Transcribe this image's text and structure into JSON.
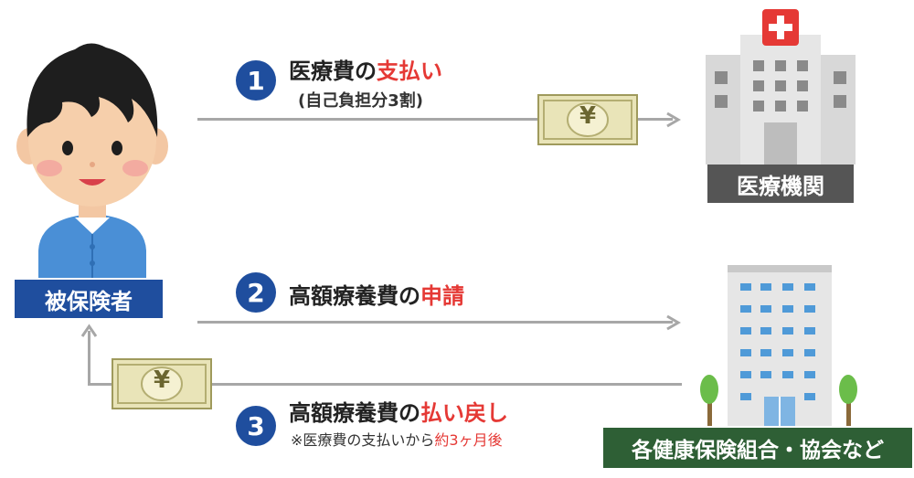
{
  "actors": {
    "insured": {
      "label": "被保険者",
      "label_bg": "#1f4e9e"
    },
    "medical": {
      "label": "医療機関",
      "label_bg": "#555555"
    },
    "insurer": {
      "label": "各健康保険組合・協会など",
      "label_bg": "#2e5f35"
    }
  },
  "money_symbol": "¥",
  "steps": [
    {
      "number": "1",
      "title_main": "医療費の",
      "title_highlight": "支払い",
      "subtitle": "(自己負担分3割)"
    },
    {
      "number": "2",
      "title_main": "高額療養費の",
      "title_highlight": "申請"
    },
    {
      "number": "3",
      "title_main": "高額療養費の",
      "title_highlight": "払い戻し",
      "note_main": "※医療費の支払いから",
      "note_highlight": "約3ヶ月後"
    }
  ],
  "colors": {
    "accent_red": "#e53935",
    "step_blue": "#1f4e9e",
    "arrow_gray": "#a7a7a7"
  },
  "icons": [
    "person-icon",
    "hospital-icon",
    "office-building-icon",
    "yen-banknote-icon"
  ]
}
